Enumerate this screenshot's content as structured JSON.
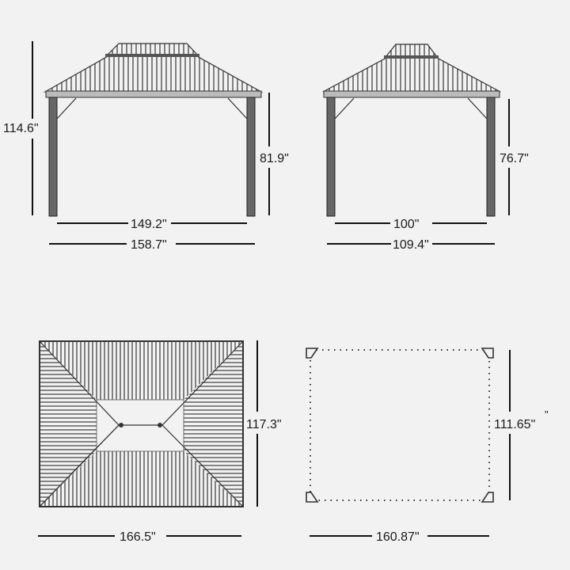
{
  "front_view": {
    "overall_height": "114.6\"",
    "post_height": "81.9\"",
    "inner_width": "149.2\"",
    "outer_width": "158.7\""
  },
  "side_view": {
    "post_height": "76.7\"",
    "inner_width": "100\"",
    "outer_width": "109.4\""
  },
  "top_view": {
    "depth": "117.3\"",
    "width": "166.5\""
  },
  "footprint_view": {
    "depth": "111.65\"",
    "stray_mark": "\"",
    "width": "160.87\""
  }
}
